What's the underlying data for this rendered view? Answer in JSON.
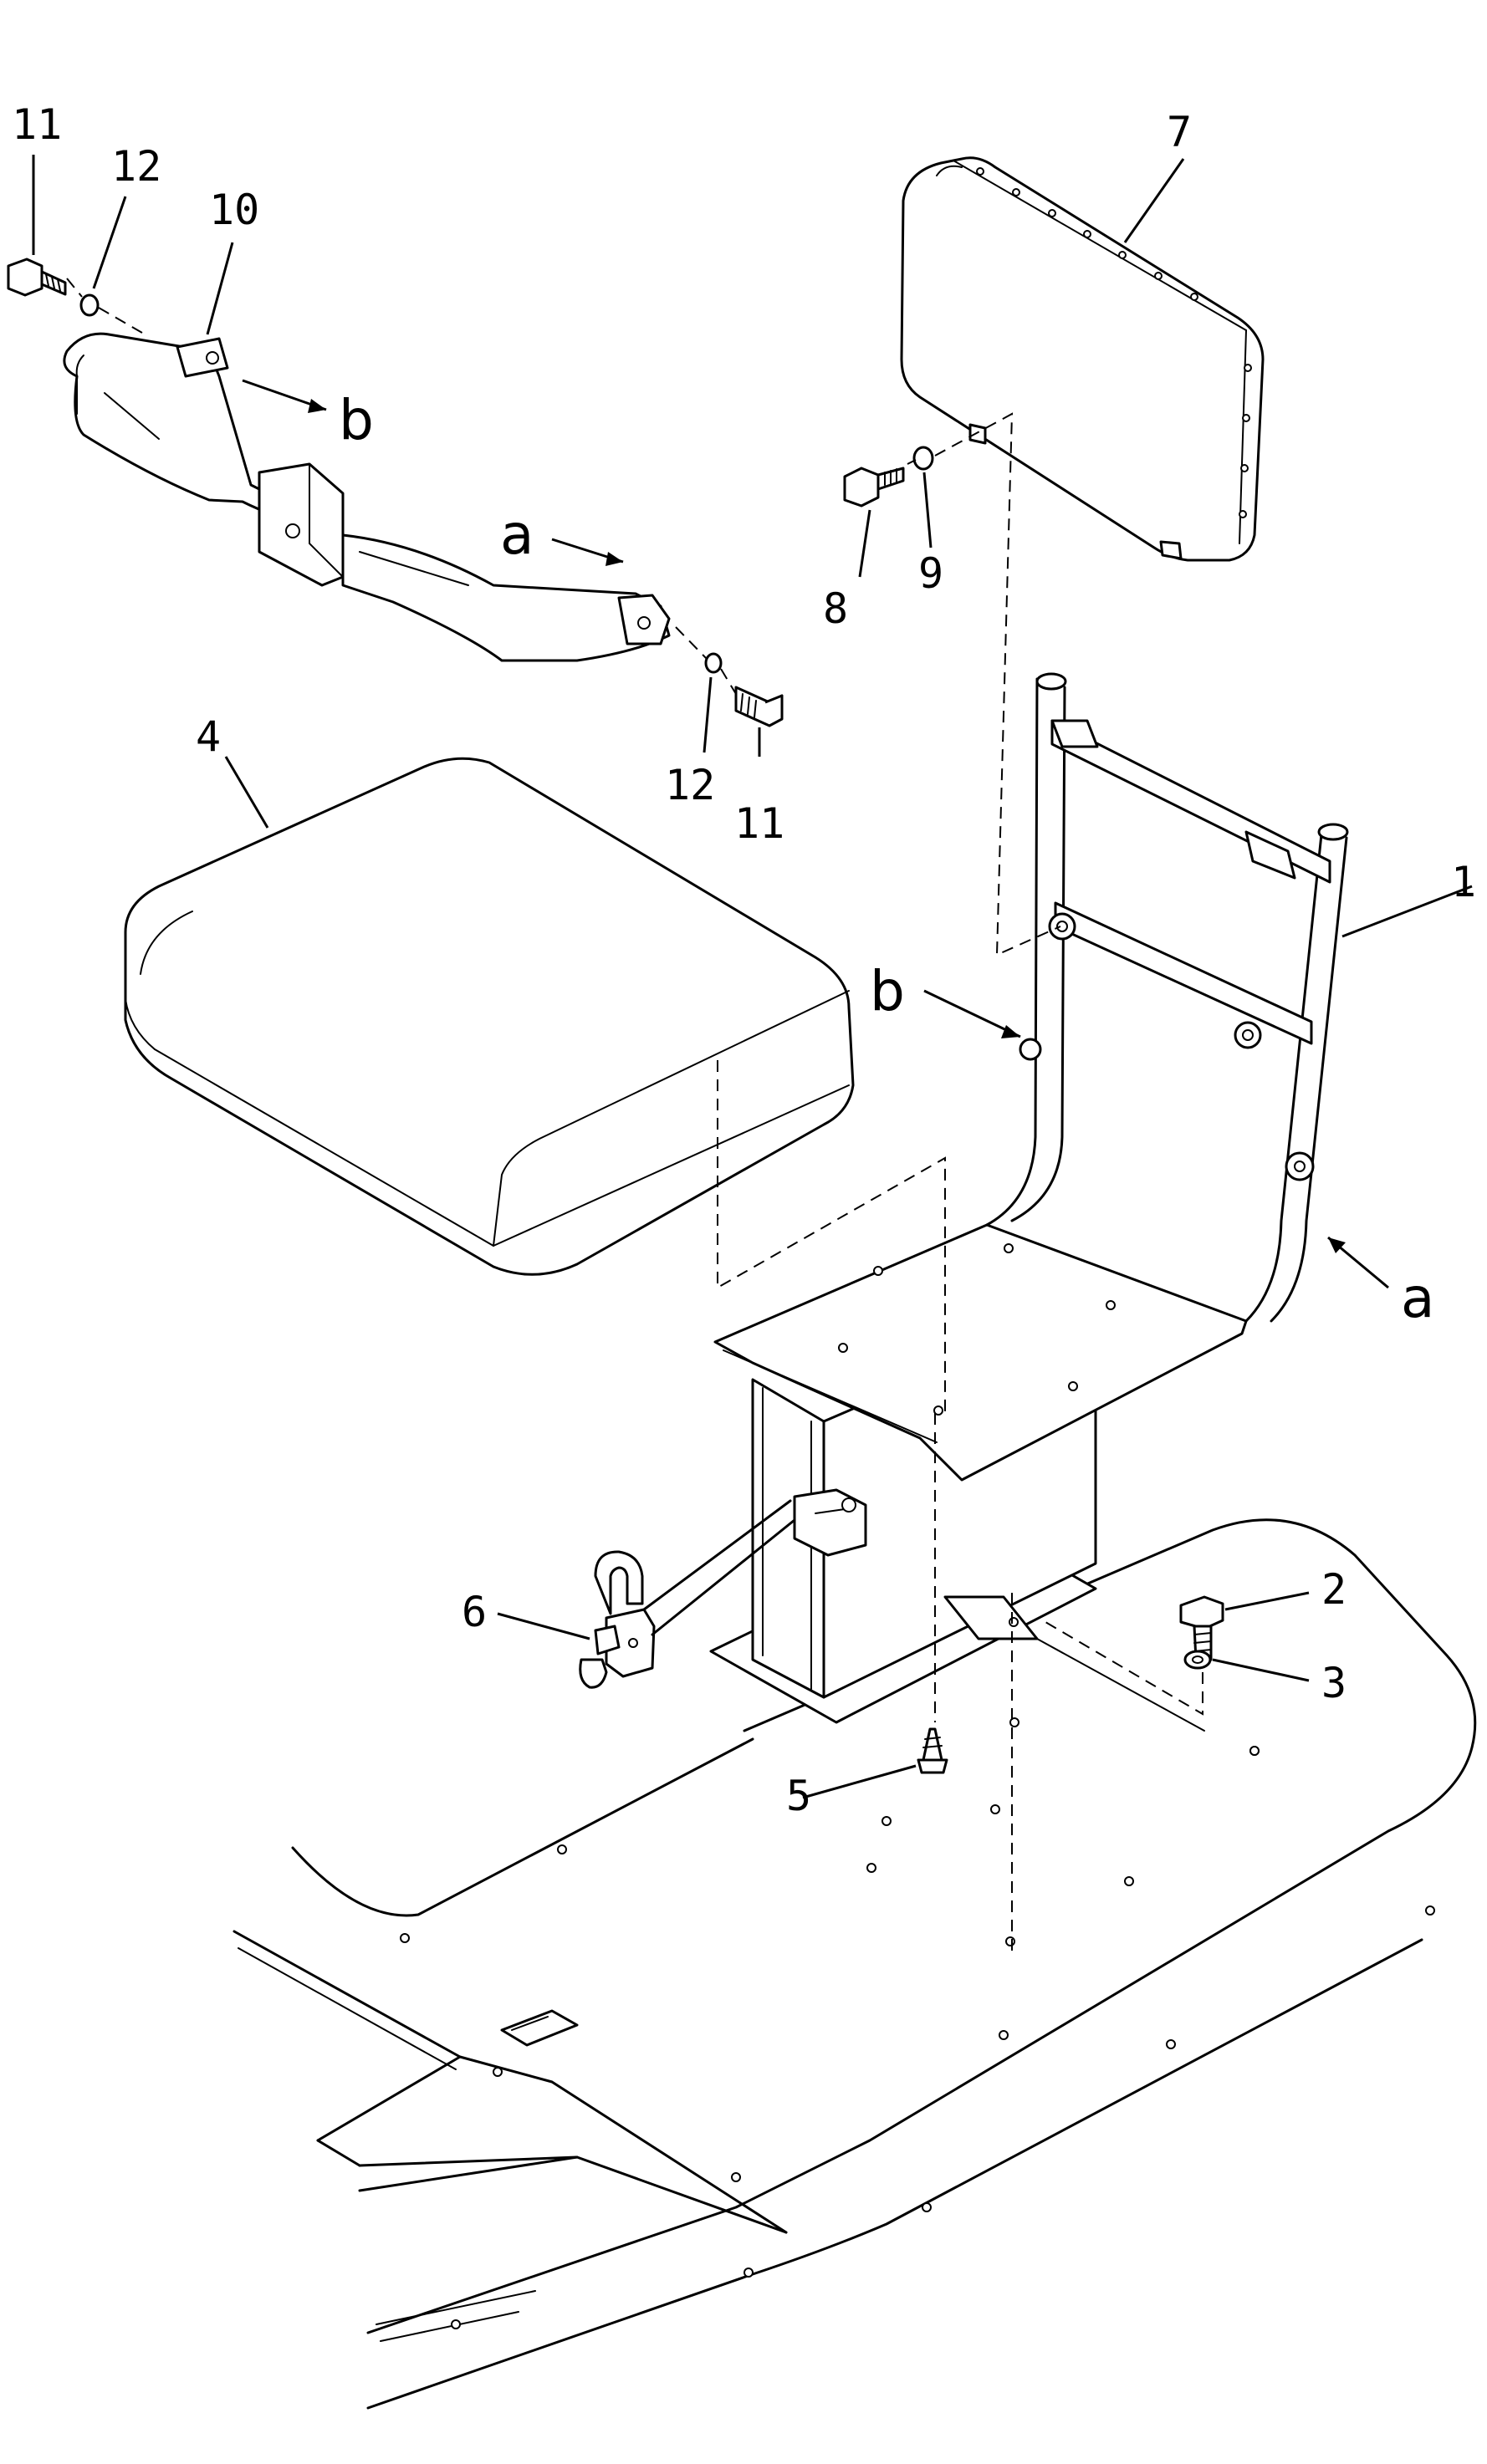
{
  "diagram": {
    "part_numbers": [
      "1",
      "2",
      "3",
      "4",
      "5",
      "6",
      "7",
      "8",
      "9",
      "10",
      "11",
      "12"
    ],
    "callouts": {
      "frame": "1",
      "bolt_floor": "2",
      "washer_floor": "3",
      "seat_cushion": "4",
      "screw": "5",
      "latch": "6",
      "back_cushion": "7",
      "bolt_back": "8",
      "washer_back": "9",
      "armrest": "10",
      "bolt_arm_left": "11",
      "bolt_arm_right": "11",
      "washer_arm_left": "12",
      "washer_arm_right": "12"
    },
    "references": {
      "arm_a": "a",
      "arm_b": "b",
      "frame_a": "a",
      "frame_b": "b"
    }
  }
}
